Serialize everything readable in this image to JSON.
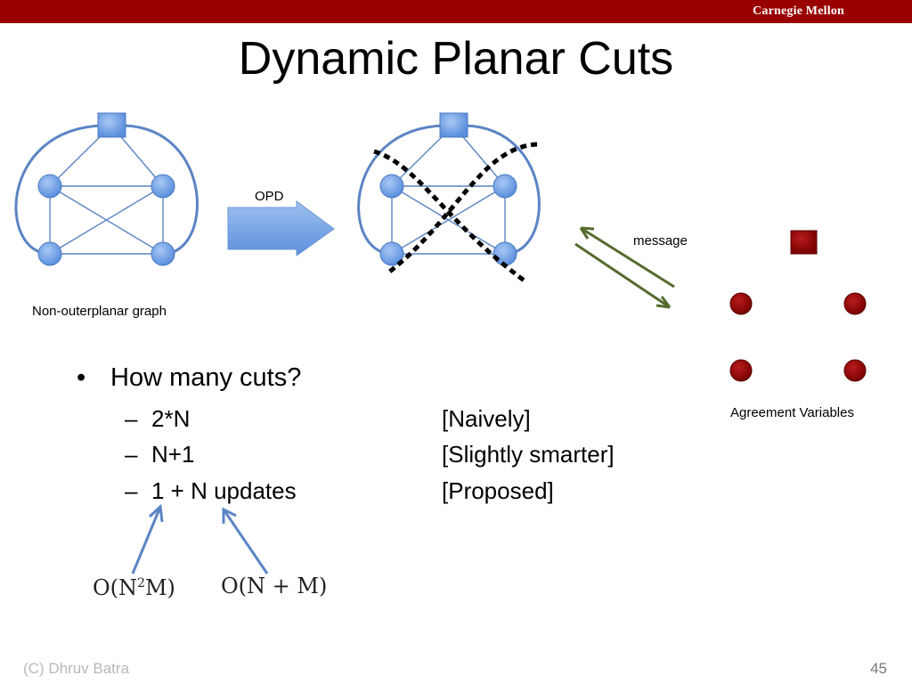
{
  "header": {
    "brand": "Carnegie Mellon"
  },
  "slide": {
    "title": "Dynamic Planar Cuts"
  },
  "diagram": {
    "left_graph_label": "Non-outerplanar graph",
    "arrow_label": "OPD",
    "message_label": "message",
    "agreement_label": "Agreement Variables"
  },
  "bullets": {
    "main": "How many cuts?",
    "items": [
      {
        "text": "2*N",
        "note": "[Naively]"
      },
      {
        "text": "N+1",
        "note": "[Slightly smarter]"
      },
      {
        "text": "1 + N updates",
        "note": "[Proposed]"
      }
    ]
  },
  "complexity": {
    "first": {
      "base": "O(N",
      "sup": "2",
      "tail": "M)"
    },
    "second": "O(N + M)"
  },
  "footer": {
    "credit": "(C) Dhruv Batra",
    "page": "45"
  },
  "colors": {
    "topbar": "#990000",
    "node_blue": "#6f9fe3",
    "node_red": "#8b0000",
    "arrow_green": "#556b2f"
  }
}
